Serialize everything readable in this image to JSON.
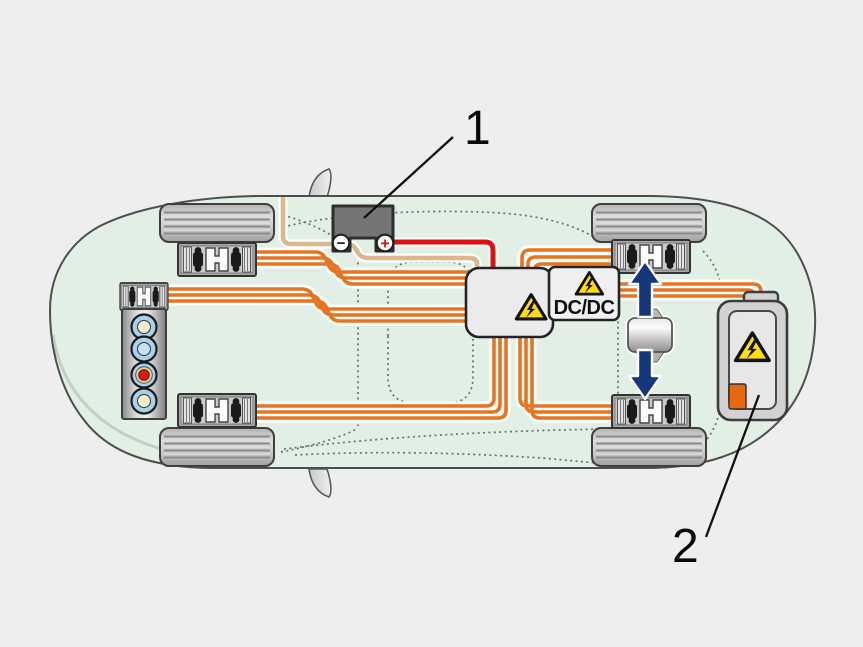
{
  "diagram": {
    "title": "vehicle-high-voltage-system-top-view",
    "callouts": [
      {
        "number": "1",
        "target": "twelve-volt-battery"
      },
      {
        "number": "2",
        "target": "high-voltage-battery"
      }
    ],
    "components": {
      "twelve_volt_battery": {
        "minus_label": "−",
        "plus_label": "+"
      },
      "dcdc_converter": {
        "label": "DC/DC"
      },
      "power_electronics": {
        "label": ""
      },
      "high_voltage_battery": {
        "label": ""
      },
      "electric_motor": {
        "label": ""
      }
    },
    "colors": {
      "orange": "#e87420",
      "tan": "#d8b88c",
      "red": "#dd1111",
      "arrow": "#16367d",
      "warning": "#ffdf00",
      "body": "#e2efe5",
      "background": "#eeeeee",
      "connector": "#e8680e"
    }
  }
}
